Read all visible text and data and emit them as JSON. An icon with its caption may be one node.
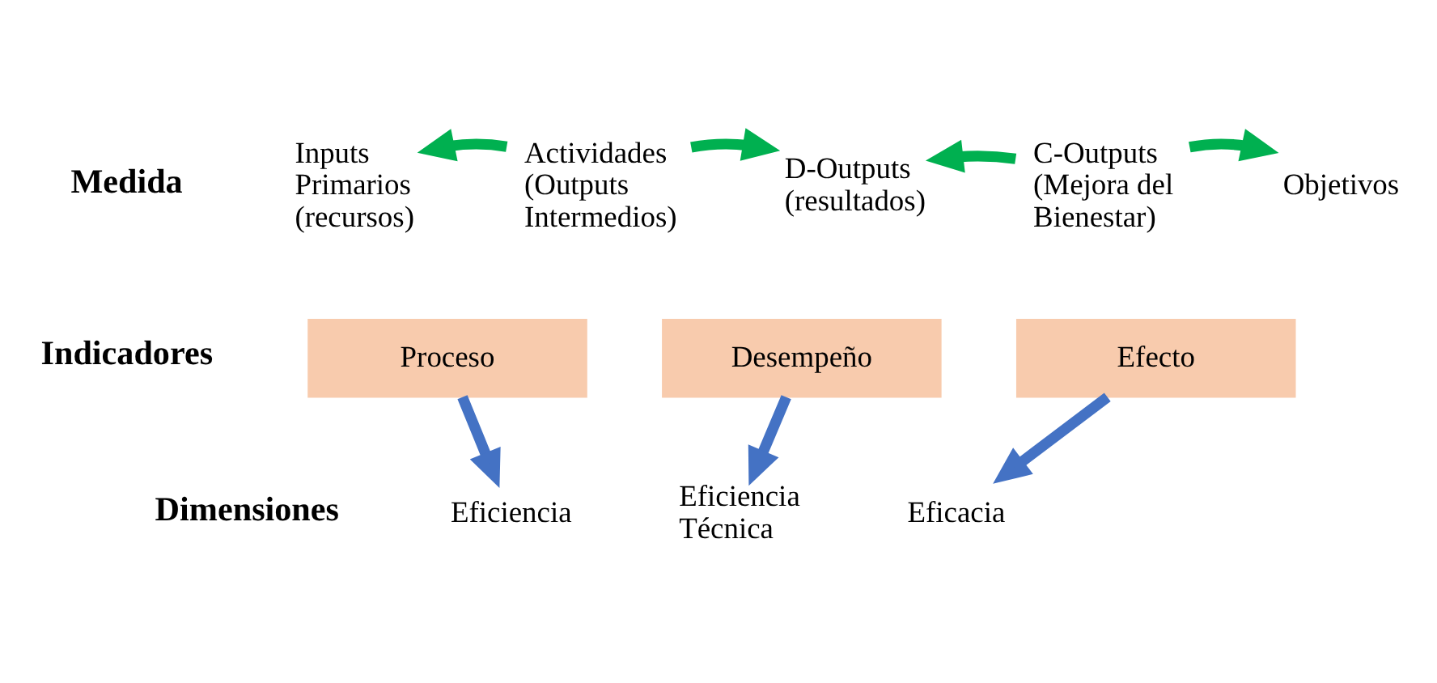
{
  "diagram": {
    "nodes": [
      {
        "text": [
          "Inputs Primarios (recursos)"
        ]
      },
      {
        "text": [
          "Actividades (Outputs Intermedios)"
        ]
      },
      {
        "text": [
          "D-Outputs (resultados)"
        ]
      },
      {
        "text": [
          "C-Outputs (Mejora del Bienestar)"
        ]
      },
      {
        "text": [
          "Objetivos"
        ]
      },
      {
        "text": [
          "Proceso"
        ]
      },
      {
        "text": [
          "Desempeño"
        ]
      },
      {
        "text": [
          "Efecto"
        ]
      },
      {
        "text": [
          "Eficiencia"
        ]
      },
      {
        "text": [
          "Eficiencia Técnica"
        ]
      },
      {
        "text": [
          "Eficacia"
        ]
      }
    ],
    "edges": [
      {
        "from": 1,
        "to": 0,
        "arrow": "to"
      },
      {
        "from": 1,
        "to": 2,
        "arrow": "to"
      },
      {
        "from": 3,
        "to": 2,
        "arrow": "to"
      },
      {
        "from": 3,
        "to": 4,
        "arrow": "to"
      },
      {
        "from": 5,
        "to": 8,
        "arrow": "to",
        "color": "#4472c4"
      },
      {
        "from": 6,
        "to": 9,
        "arrow": "to",
        "color": "#4472c4"
      },
      {
        "from": 7,
        "to": 10,
        "arrow": "to",
        "color": "#4472c4"
      }
    ],
    "labels": [
      "Medida",
      "Indicadores",
      "Dimensiones"
    ]
  }
}
